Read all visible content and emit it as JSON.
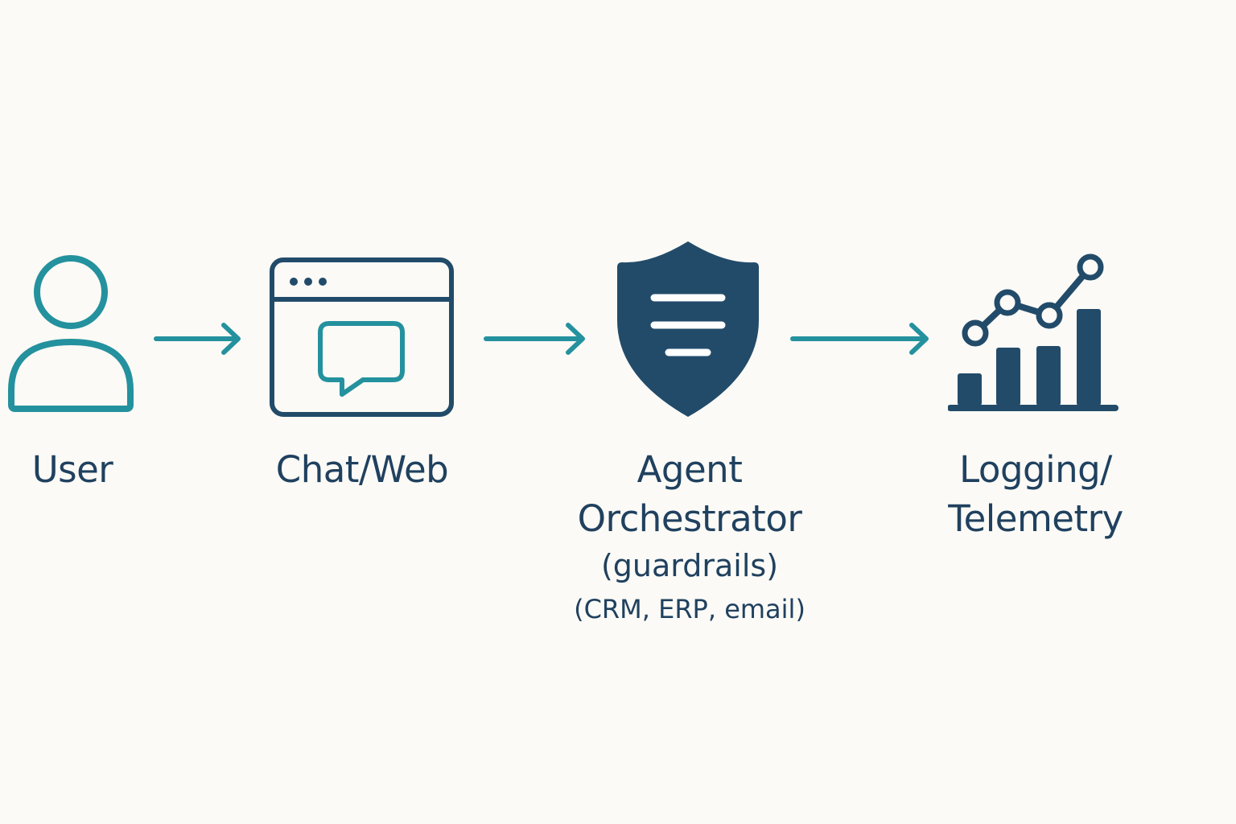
{
  "colors": {
    "background": "#fbfaf6",
    "teal": "#24919e",
    "navy": "#224b6a",
    "text": "#20415f"
  },
  "steps": [
    {
      "icon": "user-icon",
      "label": "User"
    },
    {
      "icon": "chat-window-icon",
      "label": "Chat/Web"
    },
    {
      "icon": "shield-icon",
      "label_lines": [
        "Agent",
        "Orchestrator"
      ],
      "sublabel": "(guardrails)",
      "sublabel2": "(CRM, ERP, email)"
    },
    {
      "icon": "analytics-chart-icon",
      "label_lines": [
        "Logging/",
        "Telemetry"
      ]
    }
  ],
  "arrows": [
    "arrow-right-icon",
    "arrow-right-icon",
    "arrow-right-icon"
  ]
}
